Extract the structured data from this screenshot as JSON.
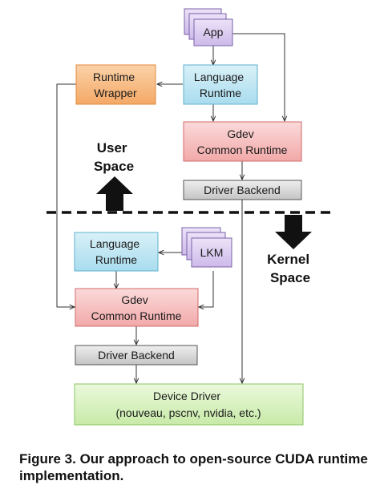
{
  "boxes": {
    "app": "App",
    "language_runtime_user": [
      "Language",
      "Runtime"
    ],
    "runtime_wrapper": [
      "Runtime",
      "Wrapper"
    ],
    "gdev_user": [
      "Gdev",
      "Common Runtime"
    ],
    "driver_backend_user": "Driver Backend",
    "language_runtime_kernel": [
      "Language",
      "Runtime"
    ],
    "lkm": "LKM",
    "gdev_kernel": [
      "Gdev",
      "Common Runtime"
    ],
    "driver_backend_kernel": "Driver Backend",
    "device_driver": [
      "Device Driver",
      "(nouveau, pscnv, nvidia, etc.)"
    ]
  },
  "labels": {
    "user_space": [
      "User",
      "Space"
    ],
    "kernel_space": [
      "Kernel",
      "Space"
    ]
  },
  "caption": "Figure 3. Our approach to open-source CUDA runtime implementation.",
  "colors": {
    "language_runtime": "#bfe6f2",
    "runtime_wrapper": "#f9c08a",
    "gdev": "#f8c8c8",
    "driver_backend": "#d4d4d4",
    "device_driver": "#d8f2c0",
    "app_stack": "#d9c8ee"
  }
}
